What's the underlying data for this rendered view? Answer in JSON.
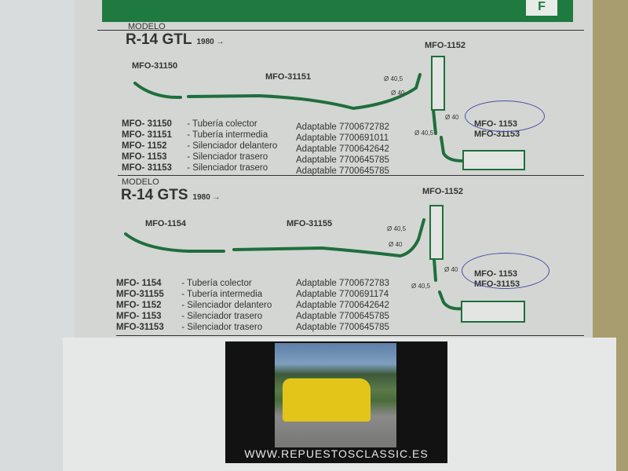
{
  "header": {
    "logo": "F"
  },
  "sections": [
    {
      "modelo": "MODELO",
      "model": "R-14 GTL",
      "year": "1980 →",
      "labels": {
        "a": "MFO-31150",
        "b": "MFO-31151",
        "c": "MFO-1152",
        "d1": "MFO- 1153",
        "d2": "MFO-31153"
      },
      "diameters": [
        "Ø 40,5",
        "Ø 40",
        "Ø 40",
        "Ø 40,5"
      ],
      "parts": [
        {
          "code": "MFO- 31150",
          "desc": "- Tubería colector",
          "ref": "Adaptable 7700672782"
        },
        {
          "code": "MFO- 31151",
          "desc": "- Tubería intermedia",
          "ref": "Adaptable 7700691011"
        },
        {
          "code": "MFO-  1152",
          "desc": "- Silenciador delantero",
          "ref": "Adaptable 7700642642"
        },
        {
          "code": "MFO-  1153",
          "desc": "- Silenciador trasero",
          "ref": "Adaptable 7700645785"
        },
        {
          "code": "MFO- 31153",
          "desc": "- Silenciador trasero",
          "ref": "Adaptable 7700645785"
        }
      ]
    },
    {
      "modelo": "MODELO",
      "model": "R-14 GTS",
      "year": "1980 →",
      "labels": {
        "a": "MFO-1154",
        "b": "MFO-31155",
        "c": "MFO-1152",
        "d1": "MFO- 1153",
        "d2": "MFO-31153"
      },
      "diameters": [
        "Ø 40,5",
        "Ø 40",
        "Ø 40",
        "Ø 40,5"
      ],
      "parts": [
        {
          "code": "MFO-  1154",
          "desc": "- Tubería colector",
          "ref": "Adaptable 7700672783"
        },
        {
          "code": "MFO-31155",
          "desc": "- Tubería intermedia",
          "ref": "Adaptable 7700691174"
        },
        {
          "code": "MFO-  1152",
          "desc": "- Silenciador delantero",
          "ref": "Adaptable 7700642642"
        },
        {
          "code": "MFO-  1153",
          "desc": "- Silenciador trasero",
          "ref": "Adaptable 7700645785"
        },
        {
          "code": "MFO-31153",
          "desc": "- Silenciador trasero",
          "ref": "Adaptable 7700645785"
        }
      ]
    }
  ],
  "card": {
    "url": "WWW.REPUESTOSCLASSIC.ES"
  }
}
